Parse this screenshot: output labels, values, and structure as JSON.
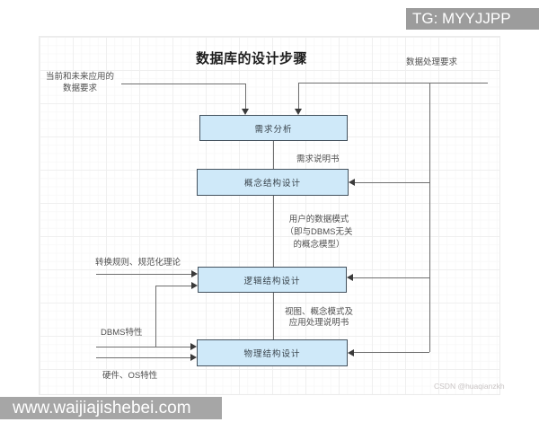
{
  "overlay": {
    "tg_badge": "TG: MYYJJPP",
    "bottom_banner": "www.waijiajishebei.com"
  },
  "diagram": {
    "title": "数据库的设计步骤",
    "nodes": [
      {
        "id": "requirements-analysis",
        "label": "需求分析"
      },
      {
        "id": "conceptual-design",
        "label": "概念结构设计"
      },
      {
        "id": "logical-design",
        "label": "逻辑结构设计"
      },
      {
        "id": "physical-design",
        "label": "物理结构设计"
      }
    ],
    "labels": {
      "top_left_input": "当前和未来应用的\n数据要求",
      "top_right_input": "数据处理要求",
      "req_spec": "需求说明书",
      "user_data_model": "用户的数据模式\n（即与DBMS无关\n的概念模型）",
      "views_spec": "视图、概念模式及\n应用处理说明书",
      "transform_rules": "转换规则、规范化理论",
      "dbms_traits": "DBMS特性",
      "hw_os_traits": "硬件、OS特性"
    },
    "watermark": "CSDN @huaqianzkh"
  },
  "colors": {
    "badge-bg": "#9c9c9c",
    "banner-bg": "#a6a6a6",
    "box-fill": "#cfe9f9",
    "box-border": "#44525e",
    "line": "#6f6f6f",
    "arrow": "#3a3a3a",
    "label": "#4f4f4f",
    "title": "#1d1d1d",
    "watermark": "#cac5c5"
  }
}
